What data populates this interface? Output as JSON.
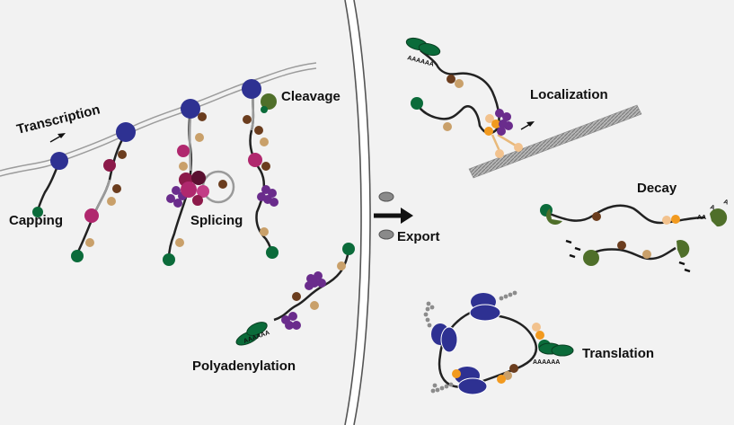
{
  "labels": {
    "transcription": "Transcription",
    "capping": "Capping",
    "splicing": "Splicing",
    "cleavage": "Cleavage",
    "polyadenylation": "Polyadenylation",
    "export": "Export",
    "localization": "Localization",
    "decay": "Decay",
    "translation": "Translation"
  },
  "polya": {
    "tail": "AAAAAA",
    "decay_tail": "AA",
    "decay_a": "A"
  },
  "colors": {
    "cell_background": "#f2f2f2",
    "polymerase": "#2e3192",
    "cap": "#0b6b3a",
    "mrna": "#222222",
    "intron": "#9a9a9a",
    "dna": "#9c9c9c",
    "protein_brown": "#6b3d1e",
    "protein_tan": "#c9a06a",
    "protein_crimson": "#8c1a4a",
    "protein_magenta": "#b0286e",
    "protein_purple": "#6a2c8c",
    "protein_orange": "#f29a1f",
    "protein_peach": "#f2c28e",
    "decay_enzyme": "#4f6f2a",
    "membrane": "#8c8c8c"
  }
}
